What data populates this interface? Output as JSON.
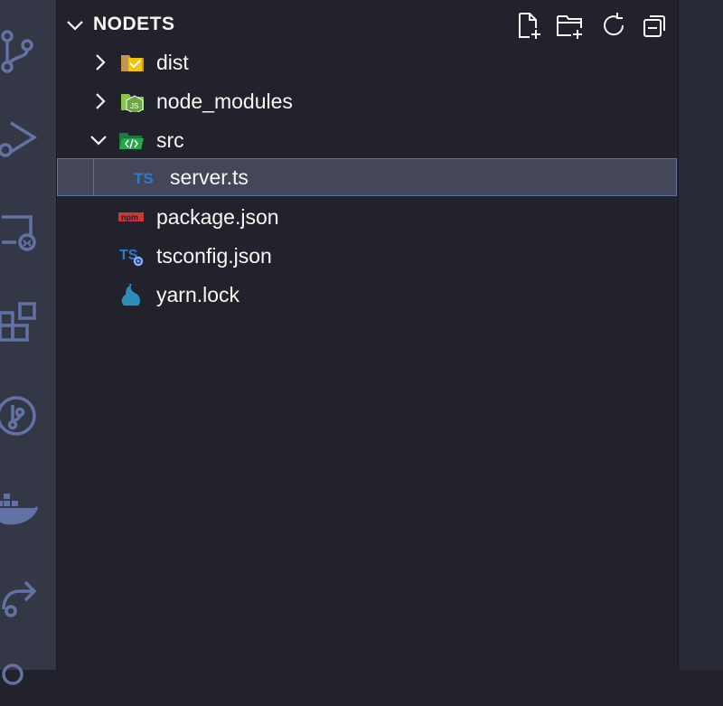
{
  "explorer": {
    "section_title": "NODETS",
    "tree": [
      {
        "label": "dist",
        "kind": "folder",
        "expanded": false,
        "icon": "dist-folder-icon"
      },
      {
        "label": "node_modules",
        "kind": "folder",
        "expanded": false,
        "icon": "node-modules-folder-icon"
      },
      {
        "label": "src",
        "kind": "folder",
        "expanded": true,
        "icon": "src-folder-icon"
      },
      {
        "label": "server.ts",
        "kind": "file",
        "selected": true,
        "icon": "typescript-icon"
      },
      {
        "label": "package.json",
        "kind": "file",
        "icon": "npm-icon"
      },
      {
        "label": "tsconfig.json",
        "kind": "file",
        "icon": "tsconfig-icon"
      },
      {
        "label": "yarn.lock",
        "kind": "file",
        "icon": "yarn-icon"
      }
    ],
    "ts_badge": "TS",
    "npm_badge": "npm"
  },
  "activity_bar": {
    "icons": [
      "source-control-icon",
      "run-debug-icon",
      "remote-explorer-icon",
      "extensions-icon",
      "git-graph-icon",
      "docker-icon",
      "live-share-icon"
    ]
  },
  "header_actions": [
    "new-file-icon",
    "new-folder-icon",
    "refresh-icon",
    "collapse-all-icon"
  ],
  "colors": {
    "sidebar_bg": "#21222c",
    "activity_bg": "#343746",
    "selection_bg": "#44475a",
    "selection_border": "#6272a4",
    "text": "#f8f8f2",
    "icon_muted": "#6272a4"
  }
}
